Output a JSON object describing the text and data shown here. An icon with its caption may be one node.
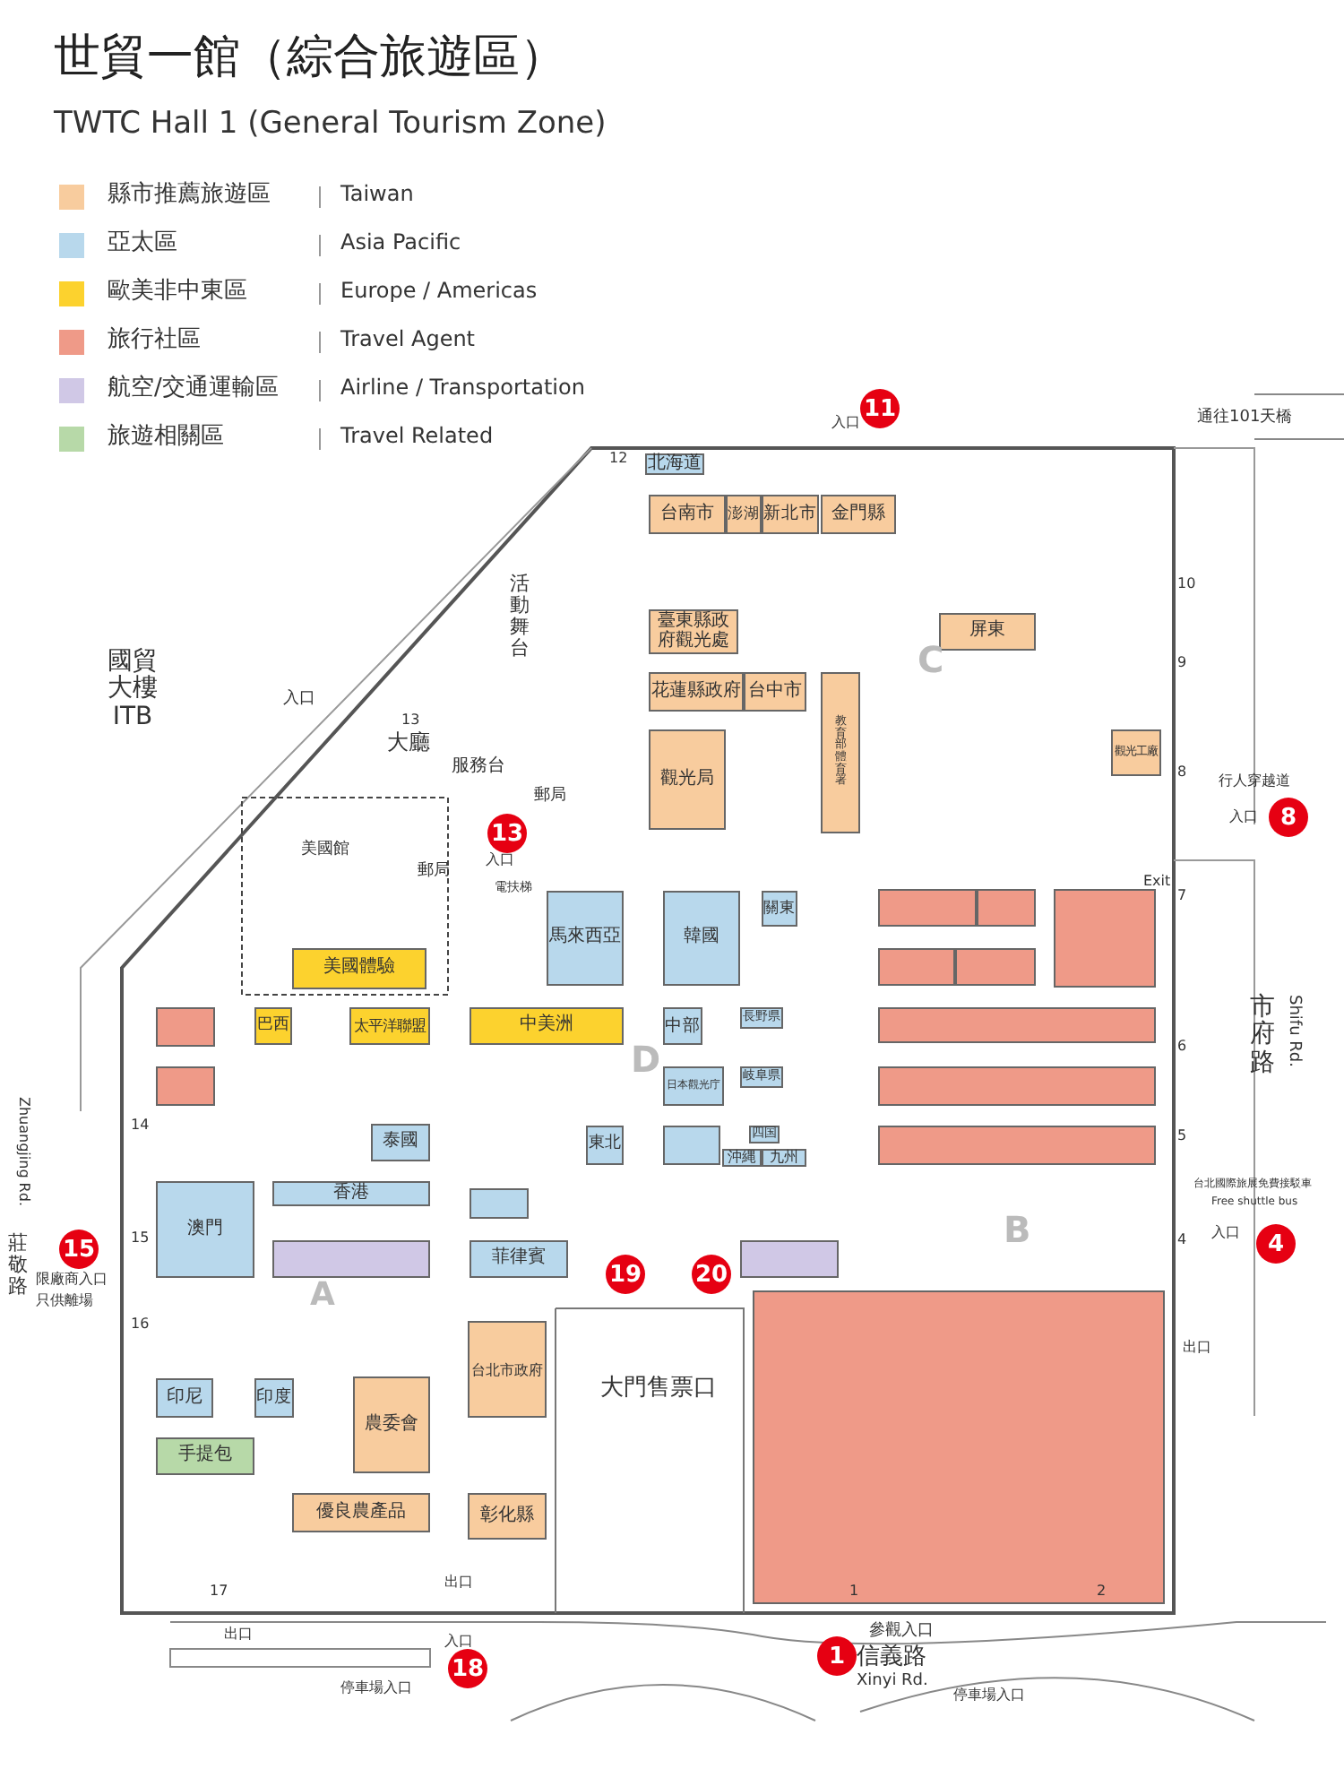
{
  "diagram": {
    "title": "世貿一館（綜合旅遊區）",
    "nodes": [
      {
        "text": [
          "北海道"
        ]
      },
      {
        "text": [
          "台南市"
        ]
      },
      {
        "text": [
          "澎湖"
        ]
      },
      {
        "text": [
          "新北市"
        ]
      },
      {
        "text": [
          "金門縣"
        ]
      },
      {
        "text": [
          "臺東縣政府觀光處"
        ]
      },
      {
        "text": [
          "屏東"
        ]
      },
      {
        "text": [
          "花蓮縣政府"
        ]
      },
      {
        "text": [
          "台中市"
        ]
      },
      {
        "text": [
          "觀光工廠"
        ]
      },
      {
        "text": [
          "觀光局"
        ]
      },
      {
        "text": [
          "教育部體育署"
        ]
      },
      {
        "text": [
          "美國體驗"
        ]
      },
      {
        "text": [
          "巴西"
        ]
      },
      {
        "text": [
          "太平洋聯盟"
        ]
      },
      {
        "text": [
          "中美洲"
        ]
      },
      {
        "text": [
          "馬來西亞"
        ]
      },
      {
        "text": [
          "韓國"
        ]
      },
      {
        "text": [
          "關東"
        ]
      },
      {
        "text": [
          "中部"
        ]
      },
      {
        "text": [
          "長野県"
        ]
      },
      {
        "text": [
          "日本觀光庁"
        ]
      },
      {
        "text": [
          "岐阜県"
        ]
      },
      {
        "text": [
          "東北"
        ]
      },
      {
        "text": [],
        "shape": "box"
      },
      {
        "text": [
          "四国"
        ]
      },
      {
        "text": [
          "沖縄"
        ]
      },
      {
        "text": [
          "九州"
        ]
      },
      {
        "text": [
          "泰國"
        ]
      },
      {
        "text": [
          "澳門"
        ]
      },
      {
        "text": [
          "香港"
        ]
      },
      {
        "text": [],
        "shape": "box"
      },
      {
        "text": [
          "菲律賓"
        ]
      },
      {
        "text": [],
        "shape": "box"
      },
      {
        "text": [],
        "shape": "box"
      },
      {
        "text": [
          "台北市政府"
        ]
      },
      {
        "text": [
          "印尼"
        ]
      },
      {
        "text": [
          "印度"
        ]
      },
      {
        "text": [
          "農委會"
        ]
      },
      {
        "text": [
          "手提包"
        ]
      },
      {
        "text": [
          "彰化縣"
        ]
      },
      {
        "text": [
          "優良農產品"
        ]
      },
      {
        "text": [],
        "shape": "box"
      },
      {
        "text": [],
        "shape": "box"
      },
      {
        "text": [],
        "shape": "box"
      },
      {
        "text": [],
        "shape": "box"
      },
      {
        "text": [],
        "shape": "box"
      },
      {
        "text": [],
        "shape": "box"
      },
      {
        "text": [],
        "shape": "box"
      },
      {
        "text": [],
        "shape": "box"
      },
      {
        "text": [],
        "shape": "box"
      },
      {
        "text": [],
        "shape": "box"
      },
      {
        "text": [],
        "shape": "box"
      }
    ],
    "labels": [
      "TWTC Hall 1 (General Tourism Zone)",
      "Taiwan",
      "Asia Pacific",
      "Europe / Americas",
      "Travel Agent",
      "Airline / Transportation",
      "Travel Related",
      "通往101天橋",
      "11",
      "入口",
      "12",
      "活動舞台",
      "入口",
      "13",
      "大廳",
      "國貿大樓 ITB",
      "服務台",
      "郵局",
      "郵局",
      "13",
      "入口",
      "電扶梯",
      "美國館",
      "C",
      "10",
      "9",
      "行人穿越道",
      "8",
      "入口",
      "8",
      "Exit",
      "7",
      "市府路",
      "Shifu Rd.",
      "D",
      "6",
      "5",
      "14",
      "A",
      "B",
      "15",
      "15",
      "限廠商入口",
      "台北國際旅展免費接駁車",
      "Free shuttle bus",
      "4",
      "入口",
      "4",
      "19",
      "20",
      "只供離場",
      "16",
      "出口",
      "大門售票口",
      "17",
      "出口",
      "出口",
      "入口",
      "18",
      "參觀入口",
      "1",
      "1",
      "2",
      "信義路",
      "Xinyi Rd.",
      "停車場入口",
      "停車場入口",
      "莊敬路",
      "Zhuangjing Rd."
    ],
    "legend": [
      {
        "text": "縣市推薦旅遊區",
        "color": "#f8cc9e"
      },
      {
        "text": "亞太區",
        "color": "#b8d8ec"
      },
      {
        "text": "歐美非中東區",
        "color": "#fcd22e"
      },
      {
        "text": "旅行社區",
        "color": "#ef9a88"
      },
      {
        "text": "航空/交通運輸區",
        "color": "#d0c8e6"
      },
      {
        "text": "旅遊相關區",
        "color": "#b7d9a8"
      }
    ]
  }
}
